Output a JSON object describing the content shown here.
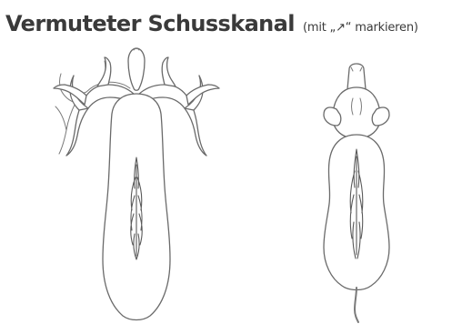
{
  "heading": {
    "title": "Vermuteter Schusskanal",
    "hint": "(mit „↗“ markieren)"
  },
  "figures": [
    {
      "name": "deer-top-view",
      "icon": "deer-outline-icon"
    },
    {
      "name": "boar-top-view",
      "icon": "boar-outline-icon"
    }
  ],
  "colors": {
    "text": "#3a3a3a",
    "outline": "#6a6a6a",
    "background": "#ffffff"
  }
}
